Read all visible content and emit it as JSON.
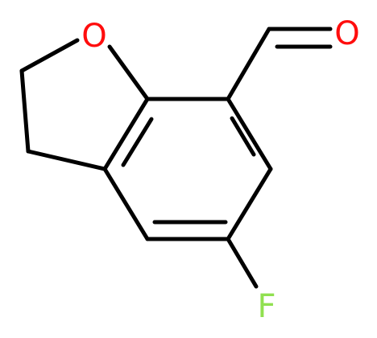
{
  "molecule": {
    "atoms": [
      {
        "symbol": "O",
        "role": "ring-oxygen",
        "color": "#ff0d0d"
      },
      {
        "symbol": "O",
        "role": "aldehyde-oxygen",
        "color": "#ff0d0d"
      },
      {
        "symbol": "F",
        "role": "fluorine",
        "color": "#90e050"
      }
    ],
    "bond_color": "#000000"
  }
}
